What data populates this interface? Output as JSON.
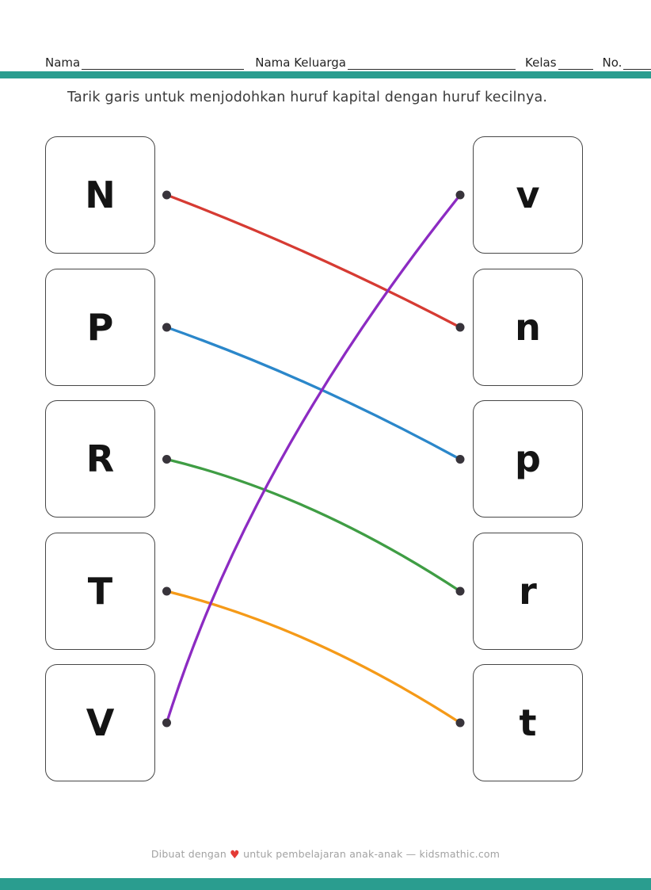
{
  "page": {
    "accent_color": "#2a9d8f"
  },
  "header": {
    "name_label": "Nama",
    "family_name_label": "Nama Keluarga",
    "class_label": "Kelas",
    "number_label": "No."
  },
  "instruction": "Tarik garis untuk menjodohkan huruf kapital dengan huruf kecilnya.",
  "matching": {
    "left_letters": [
      "N",
      "P",
      "R",
      "T",
      "V"
    ],
    "right_letters": [
      "v",
      "n",
      "p",
      "r",
      "t"
    ],
    "dot_color": "#38343b",
    "connections": [
      {
        "from": "N",
        "to": "n",
        "color": "#d63b33"
      },
      {
        "from": "P",
        "to": "p",
        "color": "#2b87ca"
      },
      {
        "from": "R",
        "to": "r",
        "color": "#3f9d44"
      },
      {
        "from": "T",
        "to": "t",
        "color": "#f59a18"
      },
      {
        "from": "V",
        "to": "v",
        "color": "#8c2bc2"
      }
    ]
  },
  "footer": {
    "text_before_heart": "Dibuat dengan",
    "heart": "♥",
    "heart_color": "#e43b36",
    "text_after_heart": "untuk pembelajaran anak-anak — kidsmathic.com"
  }
}
